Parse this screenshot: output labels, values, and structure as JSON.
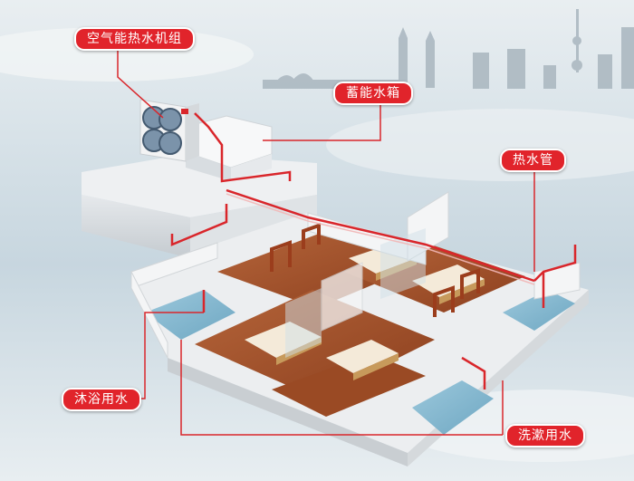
{
  "labels": {
    "air_heat_pump": "空气能热水机组",
    "storage_tank": "蓄能水箱",
    "hot_water_pipe": "热水管",
    "bath_water": "沐浴用水",
    "wash_water": "洗漱用水"
  },
  "colors": {
    "label_bg": "#e1242b",
    "pipe_red": "#d9262b",
    "floor_wood": "#a0522d",
    "wall_white": "#f3f3f3",
    "sky": "#cfdbe3"
  }
}
